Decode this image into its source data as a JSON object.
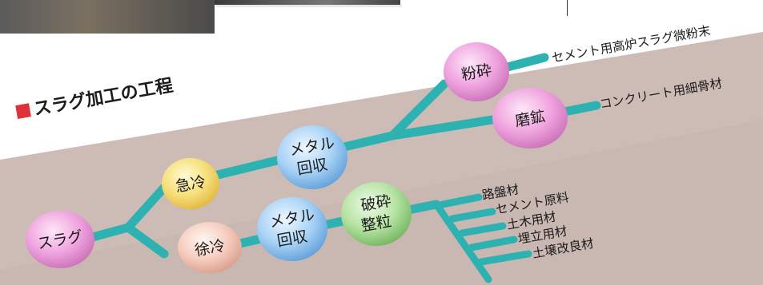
{
  "title": "スラグ加工の工程",
  "colors": {
    "band": "#cdbcb5",
    "band_edge": "#b8a59d",
    "connector": "#2eb1b1",
    "title_square": "#e0303a",
    "label_text": "#1b1b1b"
  },
  "nodes": {
    "slag": "スラグ",
    "quench": "急冷",
    "slow_cool": "徐冷",
    "metal_recovery_1": [
      "メタル",
      "回収"
    ],
    "metal_recovery_2": [
      "メタル",
      "回収"
    ],
    "crush_size": [
      "破砕",
      "整粒"
    ],
    "pulverize": "粉砕",
    "grind": "磨鉱"
  },
  "products": {
    "pulverize": "セメント用高炉スラグ微粉末",
    "grind": "コンクリート用細骨材",
    "crushed": [
      "路盤材",
      "セメント原料",
      "土木用材",
      "埋立用材",
      "土壌改良材"
    ]
  }
}
